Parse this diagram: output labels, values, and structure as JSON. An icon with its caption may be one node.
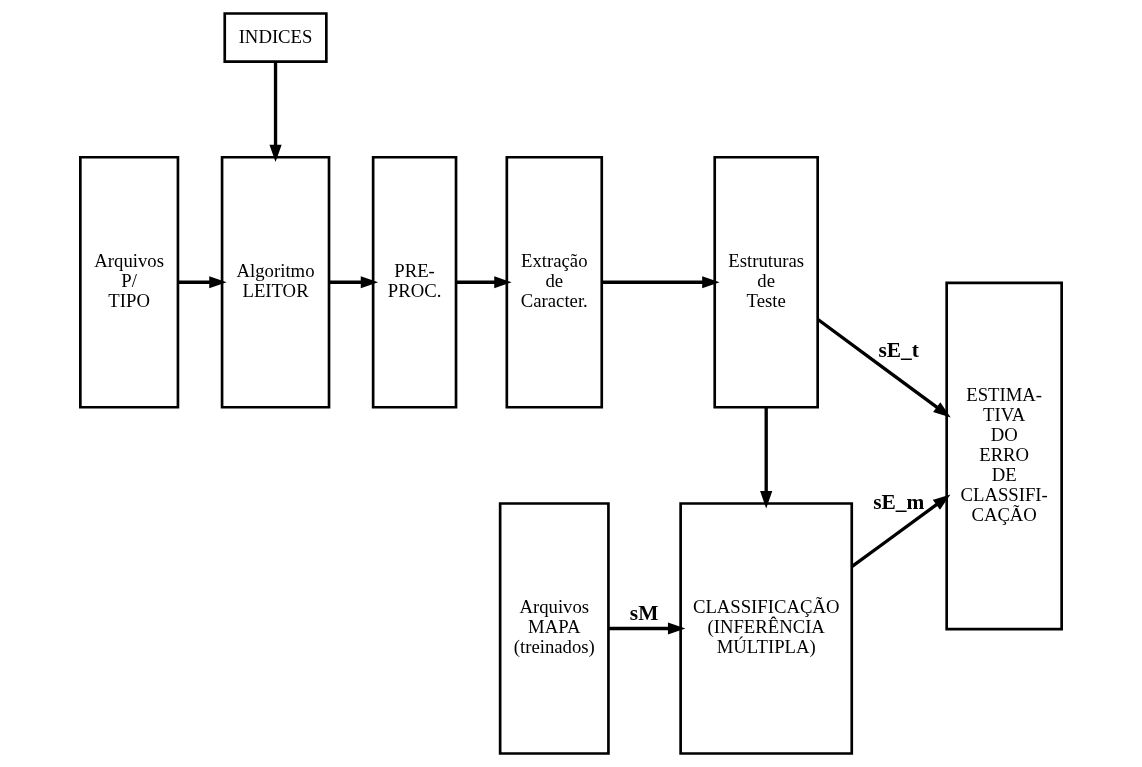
{
  "diagram": {
    "nodes": [
      {
        "text": [
          "Arquivos P/ TIPO"
        ]
      },
      {
        "text": [
          "Algoritmo LEITOR"
        ]
      },
      {
        "text": [
          "PRE- PROC."
        ]
      },
      {
        "text": [
          "Extração de Caracter."
        ]
      },
      {
        "text": [
          "Estruturas de Teste"
        ]
      },
      {
        "text": [
          "ESTIMA- TIVA DO ERRO DE CLASSIFI- CAÇÃO"
        ]
      },
      {
        "text": [
          "INDICES"
        ]
      },
      {
        "text": [
          "Arquivos MAPA (treinados)"
        ]
      },
      {
        "text": [
          "CLASSIFICAÇÃO (INFERÊNCIA MÚLTIPLA)"
        ]
      }
    ],
    "edges": [
      {
        "from": 0,
        "to": 1,
        "arrow": "to"
      },
      {
        "from": 1,
        "to": 2,
        "arrow": "to"
      },
      {
        "from": 2,
        "to": 3,
        "arrow": "to"
      },
      {
        "from": 3,
        "to": 4,
        "arrow": "to"
      },
      {
        "from": 4,
        "to": 5,
        "arrow": "to",
        "label": "sE_t"
      },
      {
        "from": 4,
        "to": 8,
        "arrow": "to"
      },
      {
        "from": 6,
        "to": 1,
        "arrow": "to"
      },
      {
        "from": 7,
        "to": 8,
        "arrow": "to",
        "label": "sM"
      },
      {
        "from": 8,
        "to": 5,
        "arrow": "to",
        "label": "sE_m"
      }
    ]
  }
}
